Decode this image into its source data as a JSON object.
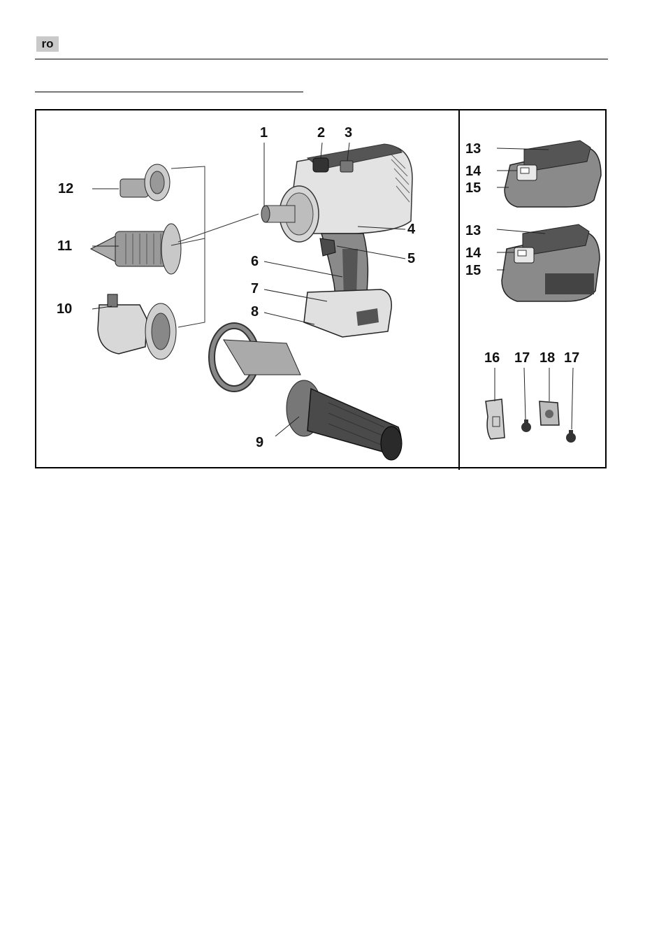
{
  "header": {
    "language_code": "ro"
  },
  "figure": {
    "callouts": {
      "c1": "1",
      "c2": "2",
      "c3": "3",
      "c4": "4",
      "c5": "5",
      "c6": "6",
      "c7": "7",
      "c8": "8",
      "c9": "9",
      "c10": "10",
      "c11": "11",
      "c12": "12",
      "c13a": "13",
      "c14a": "14",
      "c15a": "15",
      "c13b": "13",
      "c14b": "14",
      "c15b": "15",
      "c16": "16",
      "c17a": "17",
      "c18": "18",
      "c17b": "17"
    }
  }
}
